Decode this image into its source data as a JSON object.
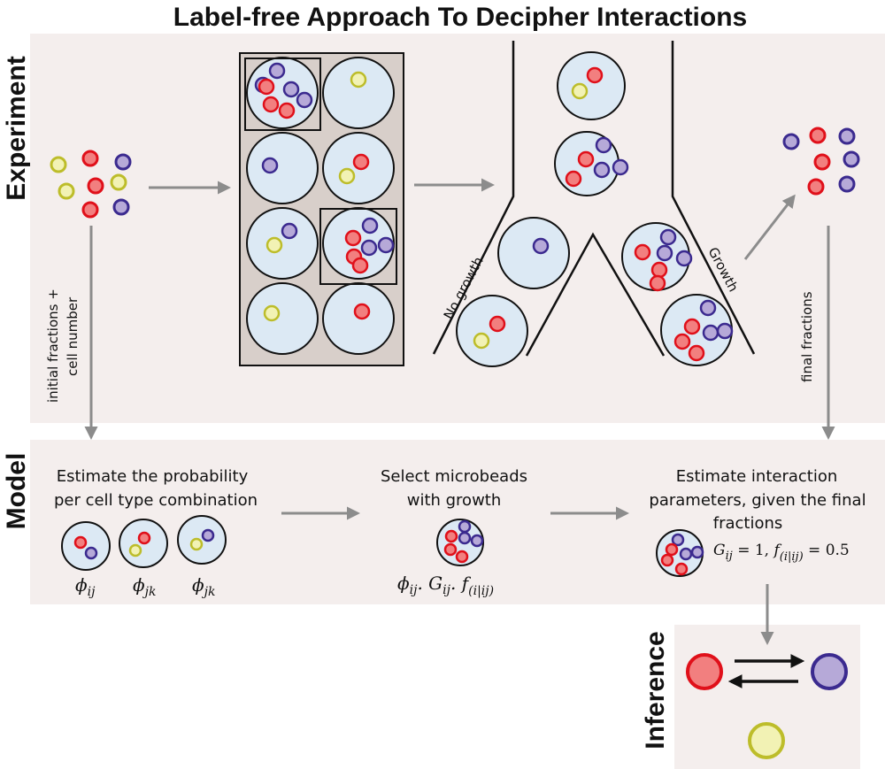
{
  "title": "Label-free Approach To Decipher Interactions",
  "sections": {
    "experiment": "Experiment",
    "model": "Model",
    "inference": "Inference"
  },
  "experiment": {
    "initial_label_line1": "initial fractions +",
    "initial_label_line2": "cell number",
    "no_growth_label": "No growth",
    "growth_label": "Growth",
    "final_label": "final fractions"
  },
  "model": {
    "step1_line1": "Estimate the probability",
    "step1_line2": "per cell type combination",
    "phi_ij": "ϕij",
    "phi_jk_1": "ϕjk",
    "phi_jk_2": "ϕjk",
    "step2_line1": "Select microbeads",
    "step2_line2": "with growth",
    "step2_formula": "ϕij. Gij. f(i|ij)",
    "step3_line1": "Estimate interaction",
    "step3_line2": "parameters, given the final",
    "step3_line3": "fractions",
    "step3_formula": "Gij = 1, f(i|ij) = 0.5"
  },
  "colors": {
    "panel_bg": "#f4eeed",
    "plate_bg": "#d8cfca",
    "bead_fill": "#dce9f4",
    "red_cell_fill": "#f27f7f",
    "red_cell_stroke": "#e0101a",
    "purple_cell_fill": "#b6a9d8",
    "purple_cell_stroke": "#3b2a8f",
    "yellow_cell_fill": "#f2f2b4",
    "yellow_cell_stroke": "#bdbd2a",
    "arrow": "#8c8c8c"
  }
}
